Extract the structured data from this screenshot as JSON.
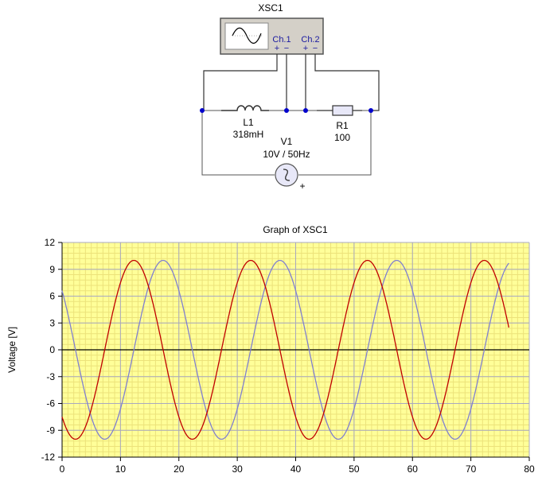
{
  "schematic": {
    "scope": {
      "name": "XSC1",
      "ch1": "Ch.1",
      "ch2": "Ch.2",
      "plus": "+",
      "minus": "−"
    },
    "inductor": {
      "name": "L1",
      "value": "318mH"
    },
    "resistor": {
      "name": "R1",
      "value": "100"
    },
    "source": {
      "name": "V1",
      "value": "10V / 50Hz",
      "polarity": "+",
      "icon": "ac-source-icon"
    },
    "colors": {
      "wire": "#4a4aa0",
      "node": "#0000cc",
      "scope_body": "#d4d0c8"
    }
  },
  "chart_data": {
    "type": "line",
    "title": "Graph of XSC1",
    "xlabel": "",
    "ylabel": "Voltage [V]",
    "xlim": [
      0,
      80
    ],
    "ylim": [
      -12,
      12
    ],
    "xticks": [
      "0",
      "10",
      "20",
      "30",
      "40",
      "50",
      "60",
      "70",
      "80"
    ],
    "yticks": [
      "12",
      "9",
      "6",
      "3",
      "0",
      "-3",
      "-6",
      "-9",
      "-12"
    ],
    "grid": true,
    "background": "#ffff99",
    "series": [
      {
        "name": "Ch.1",
        "color": "#c00000",
        "waveform": "cosine",
        "amplitude": 10,
        "period": 20,
        "peak_x": 12.3,
        "x_range": [
          0,
          76.5
        ],
        "start_value": -7.4,
        "end_value": 2.5
      },
      {
        "name": "Ch.2",
        "color": "#8080d0",
        "waveform": "cosine",
        "amplitude": 10,
        "period": 20,
        "peak_x": 17.3,
        "x_range": [
          0,
          76.5
        ],
        "start_value": 6.6,
        "end_value": 9.7
      }
    ]
  }
}
